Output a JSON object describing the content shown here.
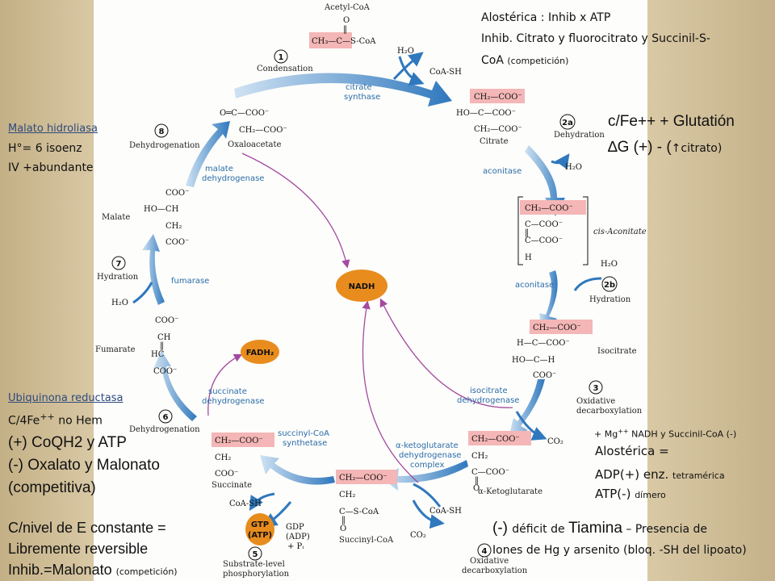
{
  "notes": {
    "top_right": {
      "line1": "Alostérica : Inhib x ATP",
      "line2": " Inhib. Citrato y fluorocitrato y Succinil-S-",
      "line3a": "CoA ",
      "line3b": "(competición)"
    },
    "aconitase": {
      "line1": "c/Fe++ + Glutatión",
      "delta": "∆",
      "line2a": "G (+) - (",
      "arrow": "↑",
      "line2b": "citrato)"
    },
    "malato": {
      "heading": "Malato hidroliasa",
      "line1": "H°= 6 isoenz",
      "line2": "IV +abundante"
    },
    "ubiquinona": {
      "heading": "Ubiquinona reductasa",
      "line1": "C/4Fe",
      "line1_sup": "++",
      "line1_rest": " no Hem",
      "line2": "(+) CoQH2 y ATP",
      "line3": "(-) Oxalato y Malonato",
      "line4": "(competitiva)",
      "line5": "C/nivel de E constante =",
      "line6": "Libremente reversible",
      "line7a": "Inhib.=Malonato ",
      "line7b": "(competición)"
    },
    "isocitrate_dh": {
      "line0": "+ Mg",
      "line0_sup": "++",
      "line0_rest": "  NADH y Succinil-CoA (-)",
      "line1": "Alostérica =",
      "line2a": "ADP(+) enz. ",
      "line2b": "tetramérica",
      "line3a": "ATP(-) ",
      "line3b": "dímero"
    },
    "tiamina": {
      "line1a": "(-) ",
      "line1b": "déficit de ",
      "line1c": "Tiamina",
      "line1d": " – Presencia de",
      "line2": "Iones de Hg y arsenito (bloq. -SH del lipoato)"
    }
  },
  "diagram": {
    "steps": [
      "1",
      "2a",
      "2b",
      "3",
      "4",
      "5",
      "6",
      "7",
      "8"
    ],
    "metabolites": {
      "acetyl_coa": "Acetyl-CoA",
      "citrate": "Citrate",
      "cis_aconitate": "cis-Aconitate",
      "isocitrate": "Isocitrate",
      "a_ketoglutarate": "α-Ketoglutarate",
      "succinyl_coa": "Succinyl-CoA",
      "succinate": "Succinate",
      "fumarate": "Fumarate",
      "malate": "Malate",
      "oxaloacetate": "Oxaloacetate"
    },
    "enzymes": {
      "citrate_synthase": [
        "citrate",
        "synthase"
      ],
      "aconitase_1": "aconitase",
      "aconitase_2": "aconitase",
      "isocitrate_dh": [
        "isocitrate",
        "dehydrogenase"
      ],
      "akg_dh": [
        "α-ketoglutarate",
        "dehydrogenase",
        "complex"
      ],
      "succinyl_synthetase": [
        "succinyl-CoA",
        "synthetase"
      ],
      "succinate_dh": [
        "succinate",
        "dehydrogenase"
      ],
      "fumarase": "fumarase",
      "malate_dh": [
        "malate",
        "dehydrogenase"
      ]
    },
    "reactions": {
      "condensation": "Condensation",
      "dehydration": "Dehydration",
      "hydration_right": "Hydration",
      "oxidative_decarb_3": [
        "Oxidative",
        "decarboxylation"
      ],
      "oxidative_decarb_4": [
        "Oxidative",
        "decarboxylation"
      ],
      "substrate_level": [
        "Substrate-level",
        "phosphorylation"
      ],
      "dehydrogenation_6": "Dehydrogenation",
      "hydration_left": "Hydration",
      "dehydrogenation_8": "Dehydrogenation"
    },
    "cofactors": {
      "h2o": "H₂O",
      "coash": "CoA-SH",
      "co2": "CO₂",
      "nadh": "NADH",
      "fadh2": "FADH₂",
      "gtp": [
        "GTP",
        "(ATP)"
      ],
      "gdp": [
        "GDP",
        "(ADP)",
        "+ Pᵢ"
      ]
    },
    "formulas": {
      "acetyl": {
        "c1": "O",
        "c2": "‖",
        "c3": "CH₃—C—S-CoA"
      },
      "citrate": [
        "CH₂—COO⁻",
        "HO—C—COO⁻",
        "CH₂—COO⁻"
      ],
      "cis_aconitate": [
        "CH₂—COO⁻",
        "C—COO⁻",
        "‖",
        "C—COO⁻",
        "H"
      ],
      "isocitrate": [
        "CH₂—COO⁻",
        "H—C—COO⁻",
        "HO—C—H",
        "COO⁻"
      ],
      "akg": [
        "CH₂—COO⁻",
        "CH₂",
        "C—COO⁻",
        "‖",
        "O"
      ],
      "succinyl": [
        "CH₂—COO⁻",
        "CH₂",
        "C—S-CoA",
        "‖",
        "O"
      ],
      "succinate": [
        "CH₂—COO⁻",
        "CH₂",
        "COO⁻"
      ],
      "fumarate": [
        "COO⁻",
        "CH",
        "‖",
        "HC",
        "COO⁻"
      ],
      "malate": [
        "COO⁻",
        "HO—CH",
        "CH₂",
        "COO⁻"
      ],
      "oxaloacetate": [
        "O═C—COO⁻",
        "CH₂—COO⁻"
      ]
    }
  },
  "colors": {
    "highlight": "#f4b6b6",
    "arrow": "#3f86c6",
    "orange": "#e88c1e",
    "purple": "#a44aa0",
    "heading": "#2e4a7d"
  }
}
